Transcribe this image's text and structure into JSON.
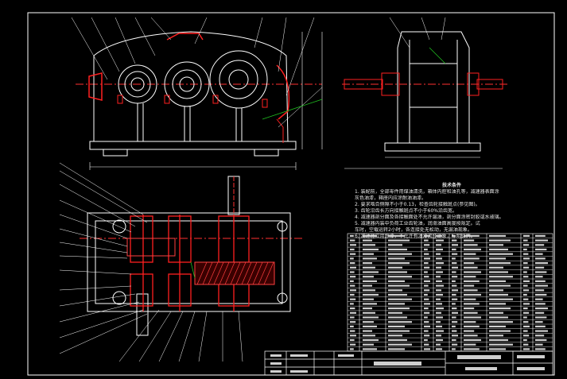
{
  "drawing": {
    "background": "#000000",
    "colors": {
      "frame": "#ffffff",
      "part_outline": "#ff2020",
      "hatch": "#ff4040",
      "centerline": "#ff3030",
      "leader": "#ffffff",
      "accent": "#20c020"
    }
  },
  "tech_requirements": {
    "title": "技术条件",
    "items": [
      "1. 装配前，全部零件用煤油清洗，箱体内腔和油孔等，减速器表面涂",
      "   灰色油漆，箱座内应涂耐油油漆。",
      "2. 要求啮合侧隙不小于0.13，检查齿轮接触斑点(参见图)。",
      "3. 齿轮沿齿长方向接触斑点不小于60%沿齿宽。",
      "4. 减速器剖分面及各接触面处不允许漏油，剖分面涂密封胶或水玻璃。",
      "5. 减速器内装中负荷工业齿轮油，润滑油面高度按规定。试",
      "   车时，空载运转2小时，各连接处无松动，无漏油现象。",
      "6. 减速器应用涂漆，不允许有油漆流挂现象，标明铭牌。"
    ]
  }
}
